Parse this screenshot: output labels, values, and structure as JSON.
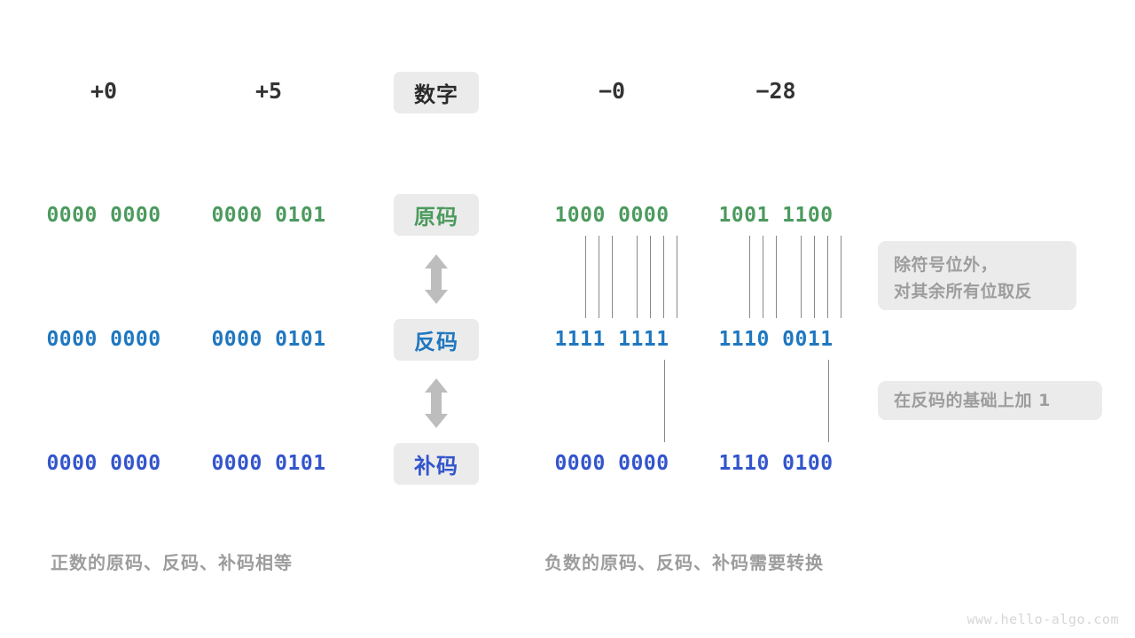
{
  "diagram": {
    "title_watermark": "www.hello-algo.com",
    "row_labels": [
      {
        "id": "number",
        "text": "数字",
        "color": "#2b2b2b"
      },
      {
        "id": "sign-mag",
        "text": "原码",
        "color": "#4C9A5E"
      },
      {
        "id": "ones-comp",
        "text": "反码",
        "color": "#1F77C0"
      },
      {
        "id": "twos-comp",
        "text": "补码",
        "color": "#3355CC"
      }
    ],
    "columns": [
      {
        "id": "plus-zero",
        "header": "+0"
      },
      {
        "id": "plus-five",
        "header": "+5"
      },
      {
        "id": "minus-zero",
        "header": "−0"
      },
      {
        "id": "minus-28",
        "header": "−28"
      }
    ],
    "rows": {
      "sign_magnitude": {
        "label": "原码",
        "values": [
          "0000 0000",
          "0000 0101",
          "1000 0000",
          "1001 1100"
        ]
      },
      "ones_complement": {
        "label": "反码",
        "values": [
          "0000 0000",
          "0000 0101",
          "1111 1111",
          "1110 0011"
        ]
      },
      "twos_complement": {
        "label": "补码",
        "values": [
          "0000 0000",
          "0000 0101",
          "0000 0000",
          "1110 0100"
        ]
      }
    },
    "notes": [
      {
        "id": "invert-note",
        "text": "除符号位外，\n对其余所有位取反"
      },
      {
        "id": "plus-one-note",
        "text": "在反码的基础上加  1"
      }
    ],
    "captions": [
      {
        "id": "positive-caption",
        "text": "正数的原码、反码、补码相等"
      },
      {
        "id": "negative-caption",
        "text": "负数的原码、反码、补码需要转换"
      }
    ],
    "colors": {
      "green": "#4C9A5E",
      "blue": "#1F77C0",
      "indigo": "#3355CC",
      "chip_bg": "#ebebeb",
      "note_text": "#9d9d9d",
      "line": "#888888",
      "arrow": "#bdbdbd"
    }
  }
}
